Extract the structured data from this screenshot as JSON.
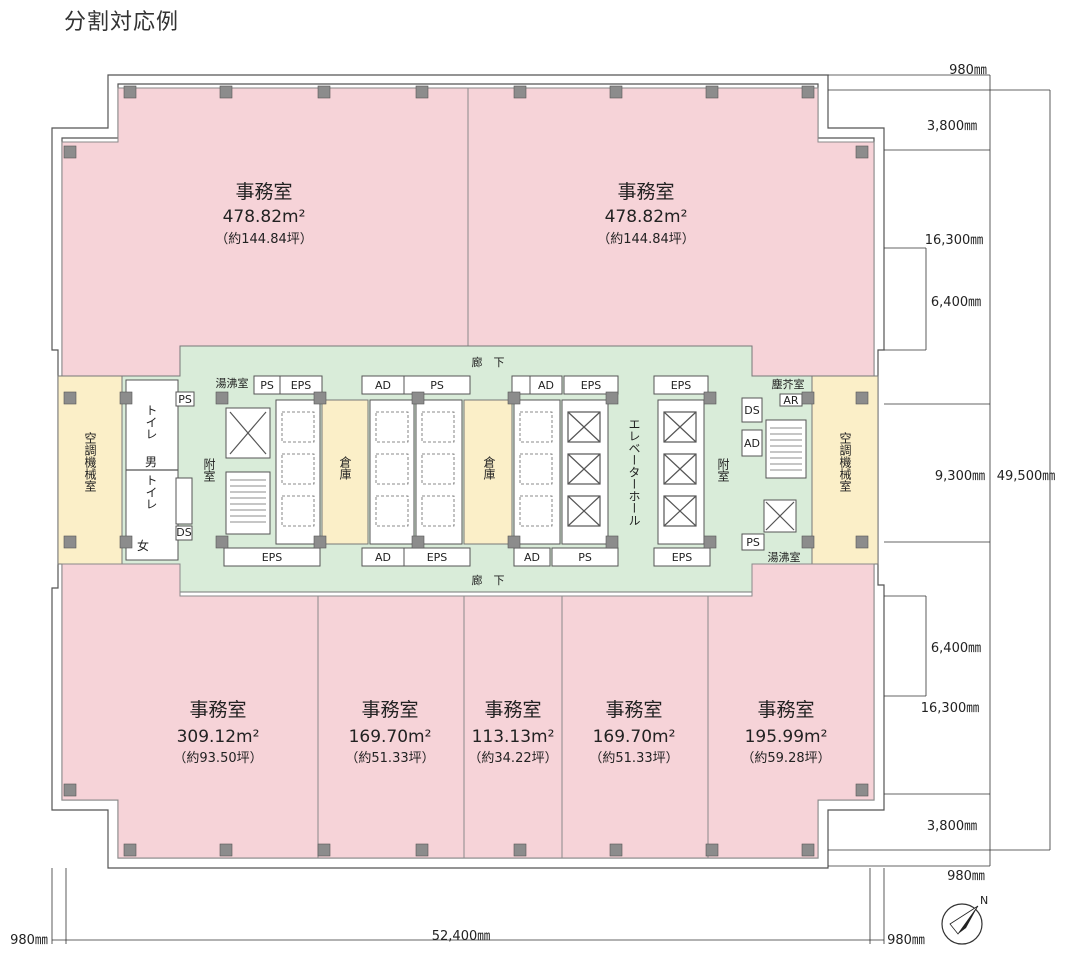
{
  "title": "分割対応例",
  "offices": {
    "top_left": {
      "name": "事務室",
      "area": "478.82m²",
      "tsubo": "（約144.84坪）"
    },
    "top_right": {
      "name": "事務室",
      "area": "478.82m²",
      "tsubo": "（約144.84坪）"
    },
    "bottom_1": {
      "name": "事務室",
      "area": "309.12m²",
      "tsubo": "（約93.50坪）"
    },
    "bottom_2": {
      "name": "事務室",
      "area": "169.70m²",
      "tsubo": "（約51.33坪）"
    },
    "bottom_3": {
      "name": "事務室",
      "area": "113.13m²",
      "tsubo": "（約34.22坪）"
    },
    "bottom_4": {
      "name": "事務室",
      "area": "169.70m²",
      "tsubo": "（約51.33坪）"
    },
    "bottom_5": {
      "name": "事務室",
      "area": "195.99m²",
      "tsubo": "（約59.28坪）"
    }
  },
  "core": {
    "corridor_top": "廊　下",
    "corridor_bottom": "廊　下",
    "ahu_left": "空調機械室",
    "ahu_right": "空調機械室",
    "toilet_upper": "トイレ",
    "toilet_lower": "トイレ",
    "men": "男",
    "women": "女",
    "annex_left": "附室",
    "annex_right": "附室",
    "storage_1": "倉庫",
    "storage_2": "倉庫",
    "elevator_hall": "エレベーターホール",
    "kitchen_left": "湯沸室",
    "kitchen_right": "湯沸室",
    "trash_room": "塵芥室",
    "ps": "PS",
    "eps": "EPS",
    "ad": "AD",
    "ds": "DS",
    "ar": "AR"
  },
  "dimensions": {
    "right_top_edge": "980㎜",
    "right_bay_1": "3,800㎜",
    "right_bay_2": "16,300㎜",
    "right_bay_3": "6,400㎜",
    "right_core": "9,300㎜",
    "right_total": "49,500㎜",
    "right_bay_4": "6,400㎜",
    "right_bay_5": "16,300㎜",
    "right_bay_6": "3,800㎜",
    "right_bottom_edge": "980㎜",
    "bottom_left_edge": "980㎜",
    "bottom_total": "52,400㎜",
    "bottom_right_edge": "980㎜"
  },
  "compass": "N"
}
